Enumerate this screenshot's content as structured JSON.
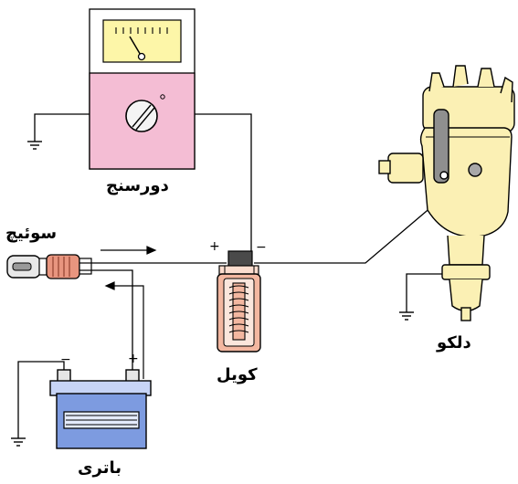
{
  "labels": {
    "tachometer": "دورسنج",
    "switch": "سوئیچ",
    "coil": "کویل",
    "distributor": "دلکو",
    "battery": "باتری"
  },
  "polarity": {
    "plus": "+",
    "minus": "−"
  },
  "colors": {
    "meter_body": "#f4bdd4",
    "meter_face": "#fdf6a8",
    "coil_body": "#f3b7a0",
    "distributor": "#fbf0b4",
    "battery_body": "#7d9be0",
    "switch_plug": "#e8957f",
    "wire": "#000000"
  }
}
